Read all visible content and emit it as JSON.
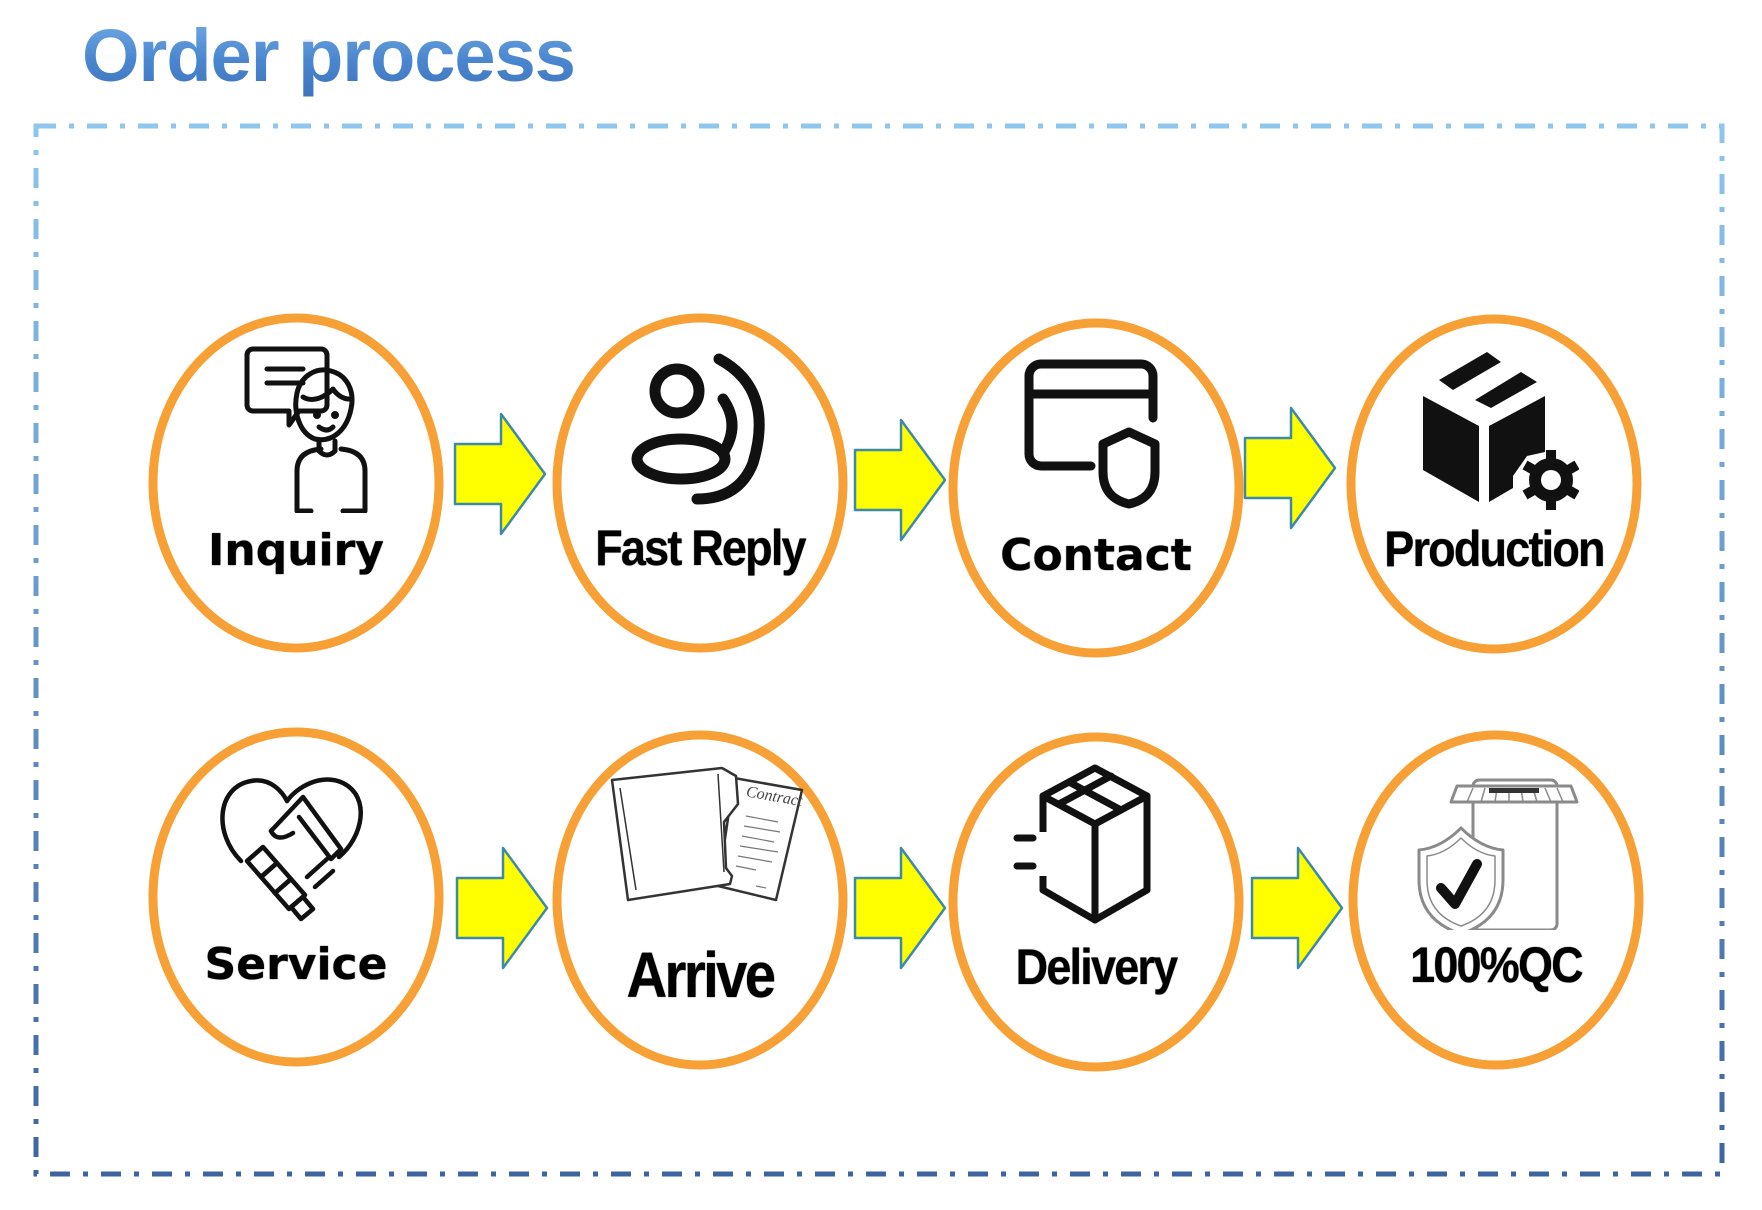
{
  "title": "Order process",
  "colors": {
    "title_top": "#7ab2e6",
    "title_bottom": "#3a70b8",
    "frame_top": "#8ec6ee",
    "frame_bottom": "#3e64a0",
    "ring": "#f7a035",
    "arrow_fill": "#ffff00",
    "arrow_outline": "#3d8aa8",
    "label": "#000000"
  },
  "rows": [
    {
      "steps": [
        {
          "label": "Inquiry",
          "icon": "customer-inquiry-icon"
        },
        {
          "label": "Fast Reply",
          "icon": "fast-reply-icon"
        },
        {
          "label": "Contact",
          "icon": "contract-card-shield-icon"
        },
        {
          "label": "Production",
          "icon": "box-gear-icon"
        }
      ]
    },
    {
      "steps": [
        {
          "label": "Service",
          "icon": "handshake-heart-icon"
        },
        {
          "label": "Arrive",
          "icon": "folder-contract-icon",
          "icon_text": "Contract"
        },
        {
          "label": "Delivery",
          "icon": "delivery-box-icon"
        },
        {
          "label": "100%QC",
          "icon": "quality-shield-check-icon"
        }
      ]
    }
  ],
  "arrow_icon": "right-arrow-icon"
}
